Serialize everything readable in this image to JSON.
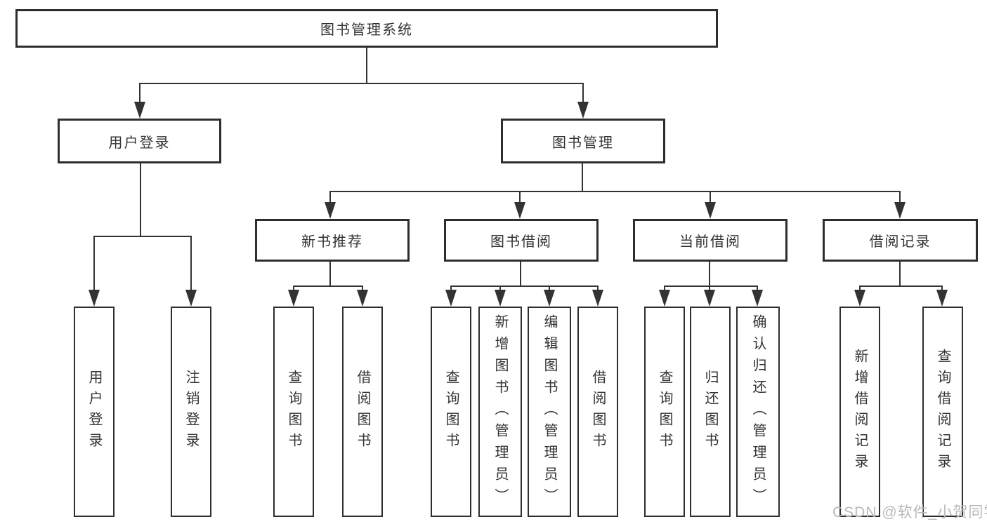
{
  "root": {
    "label": "图书管理系统"
  },
  "branches": [
    {
      "label": "用户登录",
      "children": [
        {
          "label": "用户登录"
        },
        {
          "label": "注销登录"
        }
      ]
    },
    {
      "label": "图书管理",
      "sections": [
        {
          "label": "新书推荐",
          "children": [
            {
              "label": "查询图书"
            },
            {
              "label": "借阅图书"
            }
          ]
        },
        {
          "label": "图书借阅",
          "children": [
            {
              "label": "查询图书"
            },
            {
              "label": "新增图书（管理员）"
            },
            {
              "label": "编辑图书（管理员）"
            },
            {
              "label": "借阅图书"
            }
          ]
        },
        {
          "label": "当前借阅",
          "children": [
            {
              "label": "查询图书"
            },
            {
              "label": "归还图书"
            },
            {
              "label": "确认归还（管理员）"
            }
          ]
        },
        {
          "label": "借阅记录",
          "children": [
            {
              "label": "新增借阅记录"
            },
            {
              "label": "查询借阅记录"
            }
          ]
        }
      ]
    }
  ],
  "watermark": {
    "text": "CSDN @软件_小贺同学"
  },
  "colors": {
    "line": "#333333",
    "text": "#333333",
    "box_background": "#ffffff",
    "page_background": "#ffffff",
    "watermark": "#b9b9b9"
  }
}
